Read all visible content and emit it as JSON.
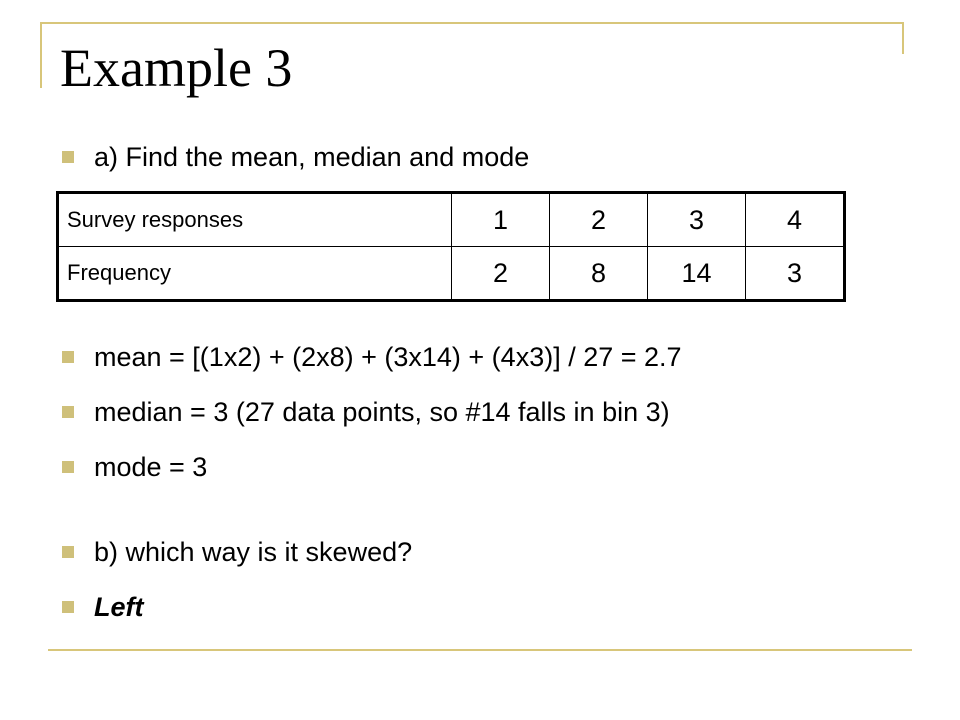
{
  "slide": {
    "title": "Example 3",
    "bullets": {
      "part_a": "a) Find the mean, median and mode",
      "mean": "mean = [(1x2) + (2x8) + (3x14) + (4x3)] / 27 = 2.7",
      "median": "median = 3 (27 data points, so #14 falls in bin 3)",
      "mode": "mode = 3",
      "part_b": "b) which way is it skewed?",
      "answer": "Left"
    },
    "table": {
      "rows": [
        {
          "header": "Survey responses",
          "cells": [
            "1",
            "2",
            "3",
            "4"
          ]
        },
        {
          "header": "Frequency",
          "cells": [
            "2",
            "8",
            "14",
            "3"
          ]
        }
      ]
    }
  }
}
